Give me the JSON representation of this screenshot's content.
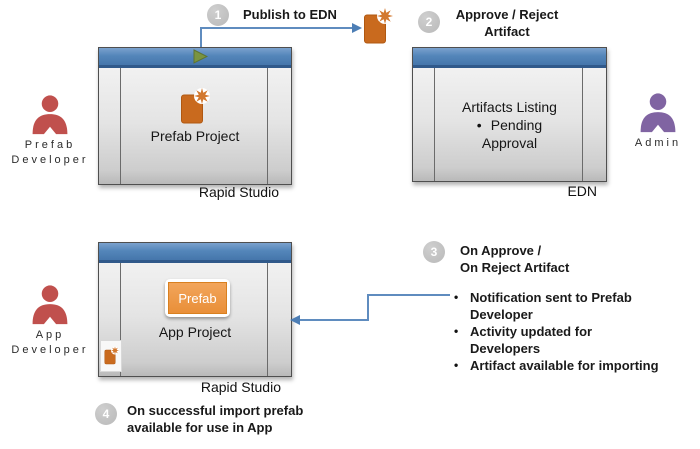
{
  "steps": {
    "s1": {
      "number": "1",
      "label": "Publish to EDN"
    },
    "s2": {
      "number": "2",
      "line1": "Approve / Reject",
      "line2": "Artifact"
    },
    "s3": {
      "number": "3",
      "line1": "On Approve /",
      "line2": "On Reject Artifact",
      "bullets": [
        "Notification sent to Prefab Developer",
        "Activity updated for Developers",
        "Artifact available for importing"
      ]
    },
    "s4": {
      "number": "4",
      "line1": "On successful import prefab",
      "line2": "available for use in App"
    }
  },
  "actors": {
    "prefab_developer": {
      "line1": "Prefab",
      "line2": "Developer"
    },
    "admin": {
      "label": "Admin"
    },
    "app_developer": {
      "line1": "App",
      "line2": "Developer"
    }
  },
  "windows": {
    "rapid_studio_top": {
      "caption": "Rapid Studio",
      "project_label": "Prefab Project"
    },
    "edn": {
      "caption": "EDN",
      "listing_title": "Artifacts Listing",
      "pending_line1": "Pending",
      "pending_line2": "Approval"
    },
    "rapid_studio_bottom": {
      "caption": "Rapid Studio",
      "prefab_chip": "Prefab",
      "project_label": "App Project"
    }
  },
  "icons": {
    "artifact": "document-with-spark",
    "play": "play-triangle",
    "person": "person-silhouette"
  },
  "colors": {
    "titlebar_blue": "#4A7CB4",
    "developer_red": "#C0504D",
    "admin_purple": "#8064A2",
    "artifact_orange": "#C96A1E",
    "chip_orange": "#EE9A49",
    "arrow_blue": "#5F8CBF",
    "step_circle_gray": "#BFBFBF"
  }
}
